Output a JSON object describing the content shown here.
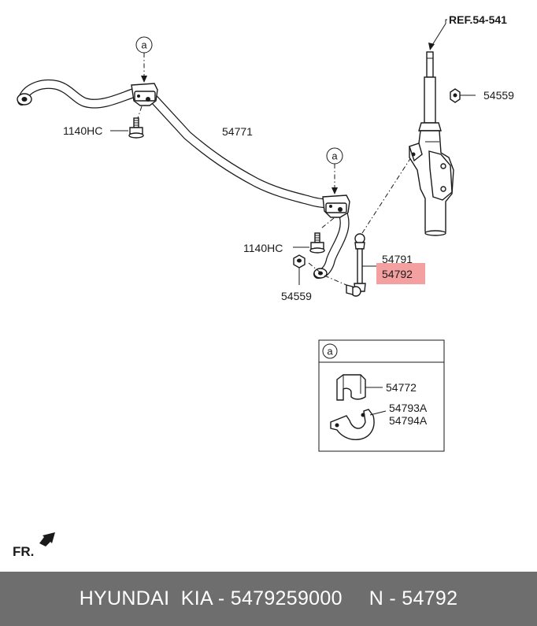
{
  "diagram": {
    "ref_label": "REF.54-541",
    "callout_letter": "a",
    "parts": {
      "stabilizer_bar": "54771",
      "bolt_upper": "1140HC",
      "bolt_lower": "1140HC",
      "nut_right": "54559",
      "nut_lower": "54559",
      "link_lh": "54791",
      "link_rh": "54792",
      "bushing": "54772",
      "bracket_1": "54793A",
      "bracket_2": "54794A"
    },
    "highlight_color": "#f08080",
    "direction_label": "FR."
  },
  "footer": {
    "brand": "HYUNDAI  KIA - 5479259000",
    "part_no": "N - 54792"
  }
}
